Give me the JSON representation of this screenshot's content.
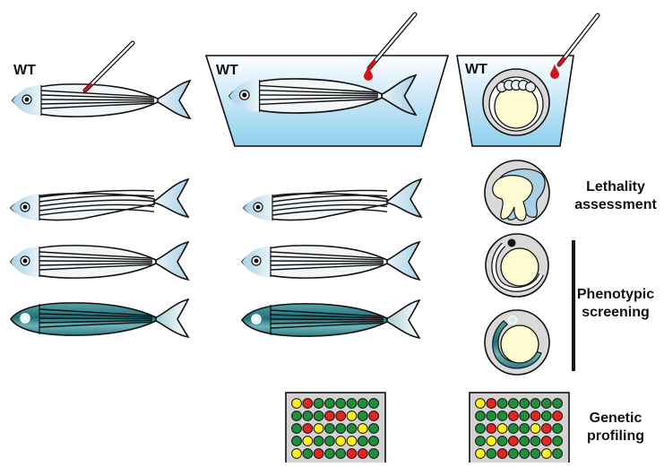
{
  "labels": {
    "wt_adult": "WT",
    "wt_larva": "WT",
    "wt_embryo": "WT",
    "lethality": "Lethality\nassessment",
    "phenotypic": "Phenotypic\nscreening",
    "genetic": "Genetic\nprofiling"
  },
  "colors": {
    "fish_body": "#f2f6f8",
    "fish_head": "#a9d1e6",
    "water_top": "#ffffff",
    "water_bottom": "#8fcfee",
    "blood": "#d4141b",
    "yolk": "#fffbd2",
    "chorion": "#d9d9d9",
    "green_tissue": "#2d7e86",
    "well_red": "#e52521",
    "well_green": "#1f8f3c",
    "well_yellow": "#ffef1a",
    "plate_bg": "#d3d3d3"
  },
  "plates": [
    {
      "name": "plate-larva",
      "rows": [
        [
          "y",
          "r",
          "g",
          "g",
          "g",
          "g",
          "g",
          "g"
        ],
        [
          "g",
          "g",
          "g",
          "r",
          "r",
          "y",
          "g",
          "r"
        ],
        [
          "g",
          "r",
          "y",
          "g",
          "g",
          "g",
          "y",
          "g"
        ],
        [
          "g",
          "y",
          "g",
          "g",
          "y",
          "y",
          "g",
          "g"
        ],
        [
          "y",
          "g",
          "r",
          "g",
          "g",
          "r",
          "r",
          "g"
        ]
      ]
    },
    {
      "name": "plate-embryo",
      "rows": [
        [
          "y",
          "r",
          "g",
          "g",
          "g",
          "g",
          "g",
          "g"
        ],
        [
          "g",
          "g",
          "g",
          "r",
          "g",
          "r",
          "g",
          "r"
        ],
        [
          "g",
          "r",
          "y",
          "g",
          "g",
          "y",
          "r",
          "g"
        ],
        [
          "g",
          "y",
          "g",
          "r",
          "g",
          "g",
          "r",
          "g"
        ],
        [
          "y",
          "g",
          "r",
          "g",
          "g",
          "g",
          "y",
          "g"
        ]
      ]
    }
  ],
  "icons": [
    "syringe-icon",
    "blood-drop-icon",
    "fish-icon",
    "embryo-icon",
    "well-plate-icon"
  ]
}
